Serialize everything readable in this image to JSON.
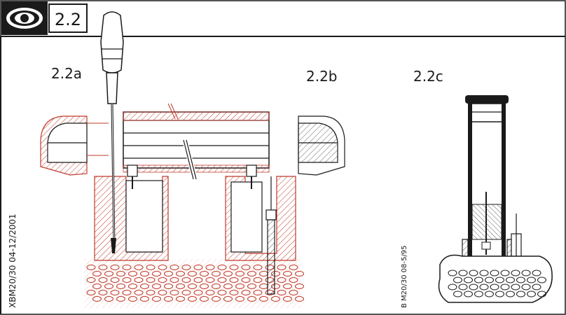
{
  "header": {
    "section_number": "2.2",
    "icon": "eye-icon"
  },
  "figures": [
    {
      "id": "a",
      "label": "2.2a"
    },
    {
      "id": "b",
      "label": "2.2b"
    },
    {
      "id": "c",
      "label": "2.2c"
    }
  ],
  "side_codes": {
    "left": "XBM20/30 04-12/2001",
    "right": "B M20/30  08-5/95"
  },
  "colors": {
    "hatch": "#c0392b",
    "ink": "#1a1a1a"
  }
}
